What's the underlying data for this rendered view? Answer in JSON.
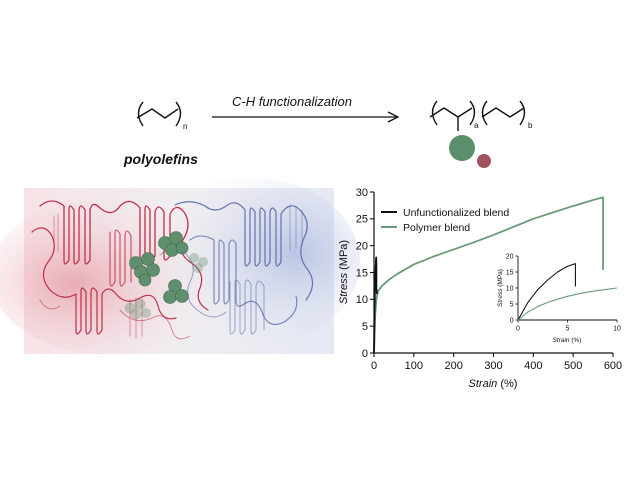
{
  "reaction": {
    "reaction_label": "C-H functionalization",
    "reactant_label": "polyolefins",
    "reactant_subscript": "n",
    "product_subscript_a": "a",
    "product_subscript_b": "b",
    "colors": {
      "bond": "#111111",
      "green_group": "#5b8f6b",
      "red_group": "#a0525f"
    }
  },
  "illustration": {
    "colors": {
      "red_chain": "#c0304a",
      "blue_chain": "#5468a8",
      "cluster": "#5f8f6c"
    }
  },
  "chart_data": [
    {
      "type": "line",
      "xlabel_italic": "Strain",
      "xlabel_unit": "(%)",
      "ylabel_italic": "Stress",
      "ylabel_unit": "(MPa)",
      "xlim": [
        0,
        600
      ],
      "ylim": [
        0,
        30
      ],
      "x_ticks": [
        "0",
        "100",
        "200",
        "300",
        "400",
        "500",
        "600"
      ],
      "y_ticks": [
        "0",
        "5",
        "10",
        "15",
        "20",
        "25",
        "30"
      ],
      "legend_position": "top-left",
      "series": [
        {
          "name": "Unfunctionalized blend",
          "color": "#111111",
          "x": [
            0,
            1,
            2,
            3,
            4,
            5,
            5.5,
            6,
            6,
            7,
            7.5
          ],
          "y": [
            0,
            6,
            10.5,
            13.5,
            15.8,
            17.3,
            17.8,
            16.5,
            12,
            11.5,
            11
          ]
        },
        {
          "name": "Polymer blend",
          "color": "#6b9a78",
          "x": [
            0,
            3,
            6,
            10,
            20,
            40,
            60,
            100,
            150,
            200,
            250,
            300,
            350,
            400,
            450,
            500,
            550,
            575,
            575
          ],
          "y": [
            0,
            7,
            10,
            11.5,
            12.5,
            13.8,
            14.8,
            16.5,
            18,
            19.3,
            20.6,
            22,
            23.5,
            25,
            26.2,
            27.4,
            28.5,
            29,
            15.5
          ]
        }
      ]
    },
    {
      "type": "line",
      "inset": true,
      "xlabel_italic": "Strain",
      "xlabel_unit": "(%)",
      "ylabel_italic": "Stress",
      "ylabel_unit": "(MPa)",
      "xlim": [
        0,
        10
      ],
      "ylim": [
        0,
        20
      ],
      "x_ticks": [
        "0",
        "5",
        "10"
      ],
      "y_ticks": [
        "0",
        "5",
        "10",
        "15",
        "20"
      ],
      "series": [
        {
          "name": "Unfunctionalized blend",
          "color": "#111111",
          "x": [
            0,
            1,
            2,
            3,
            4,
            5,
            5.8,
            5.8
          ],
          "y": [
            0,
            5.5,
            9.5,
            12.5,
            15,
            16.8,
            17.6,
            10.5
          ]
        },
        {
          "name": "Polymer blend",
          "color": "#6b9a78",
          "x": [
            0,
            1,
            2,
            3,
            4,
            5,
            6,
            7,
            8,
            9,
            10
          ],
          "y": [
            0,
            2.5,
            4.2,
            5.5,
            6.5,
            7.4,
            8.1,
            8.7,
            9.2,
            9.6,
            10
          ]
        }
      ]
    }
  ]
}
